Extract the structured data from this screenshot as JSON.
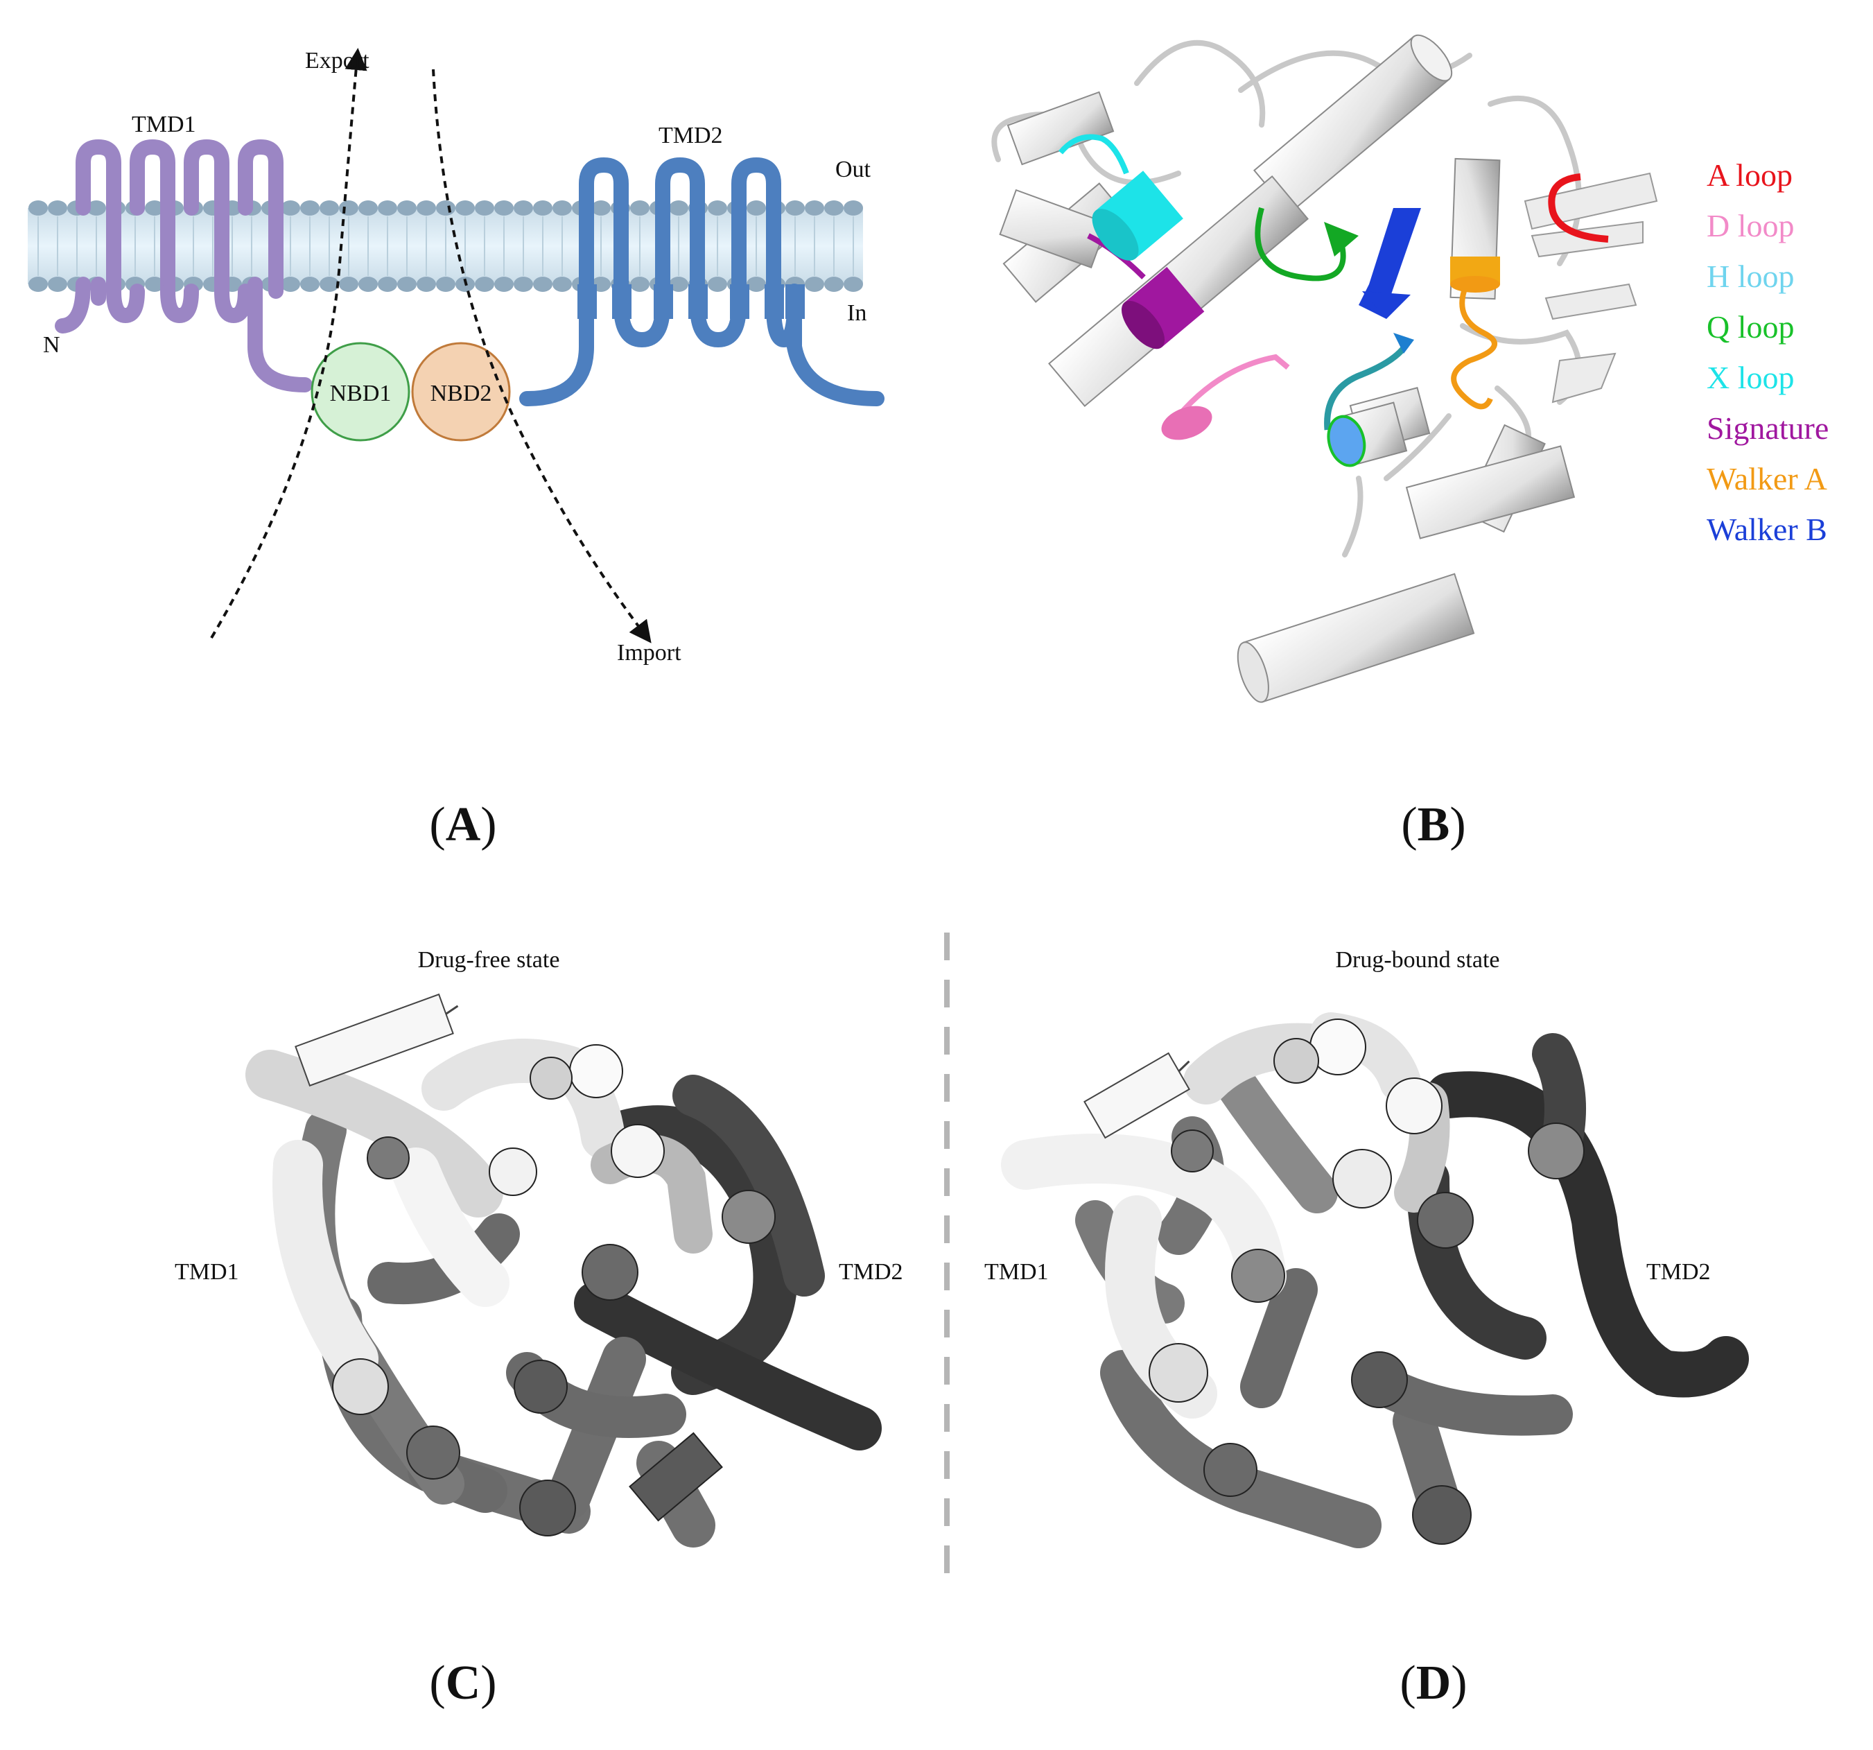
{
  "panel_a": {
    "letter_open": "(",
    "letter": "A",
    "letter_close": ")",
    "export": "Export",
    "import": "Import",
    "tmd1": "TMD1",
    "tmd2": "TMD2",
    "out": "Out",
    "in": "In",
    "n_terminus": "N",
    "nbd1": "NBD1",
    "nbd2": "NBD2"
  },
  "panel_b": {
    "letter_open": "(",
    "letter": "B",
    "letter_close": ")",
    "legend": [
      {
        "label": "A loop",
        "color": "#e8141c"
      },
      {
        "label": "D loop",
        "color": "#f28ac8"
      },
      {
        "label": "H loop",
        "color": "#6fd4ee"
      },
      {
        "label": "Q loop",
        "color": "#18c12a"
      },
      {
        "label": "X loop",
        "color": "#1de3e8"
      },
      {
        "label": "Signature",
        "color": "#a0179f"
      },
      {
        "label": "Walker A",
        "color": "#f29a14"
      },
      {
        "label": "Walker B",
        "color": "#1b3fd8"
      }
    ]
  },
  "panel_c": {
    "letter_open": "(",
    "letter": "C",
    "letter_close": ")",
    "title": "Drug-free state",
    "tmd1": "TMD1",
    "tmd2": "TMD2"
  },
  "panel_d": {
    "letter_open": "(",
    "letter": "D",
    "letter_close": ")",
    "title": "Drug-bound state",
    "tmd1": "TMD1",
    "tmd2": "TMD2"
  },
  "colors": {
    "tmd1": "#9b86c4",
    "tmd2": "#4d7fbf",
    "membrane_head": "#8fa9bd",
    "membrane_core": "#dbeef9",
    "nbd1_fill": "#d6f1d6",
    "nbd1_stroke": "#3f9e48",
    "nbd2_fill": "#f4d2b2",
    "nbd2_stroke": "#c07a3a"
  }
}
